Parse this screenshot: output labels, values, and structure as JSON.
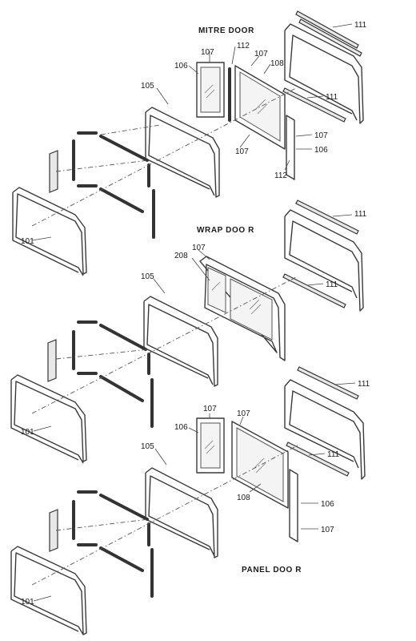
{
  "titles": {
    "mitre": "MITRE DOOR",
    "wrap": "WRAP DOO R",
    "panel": "PANEL DOO R"
  },
  "labels": {
    "mitre": {
      "l111a": "111",
      "l112a": "112",
      "l107a": "107",
      "l107b": "107",
      "l106a": "106",
      "l108": "108",
      "l105": "105",
      "l111b": "111",
      "l107c": "107",
      "l106b": "106",
      "l107d": "107",
      "l112b": "112"
    },
    "wrap": {
      "l111a": "111",
      "l107": "107",
      "l208": "208",
      "l105": "105",
      "l111b": "111",
      "l101": "101"
    },
    "panel": {
      "l111a": "111",
      "l107a": "107",
      "l107b": "107",
      "l106a": "106",
      "l105": "105",
      "l111b": "111",
      "l108": "108",
      "l106b": "106",
      "l107c": "107",
      "l101": "101"
    },
    "frame101_top": "101"
  }
}
